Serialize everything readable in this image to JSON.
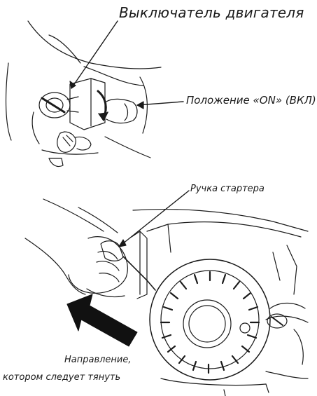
{
  "labels": {
    "engine_switch": "Выключатель двигателя",
    "on_position": "Положение «ON» (ВКЛ)",
    "starter_handle": "Ручка стартера",
    "pull_direction_line1": "Направление,",
    "pull_direction_line2": "котором следует тянуть"
  },
  "colors": {
    "line": "#1a1a1a",
    "arrow_fill": "#111111",
    "background": "#ffffff"
  }
}
